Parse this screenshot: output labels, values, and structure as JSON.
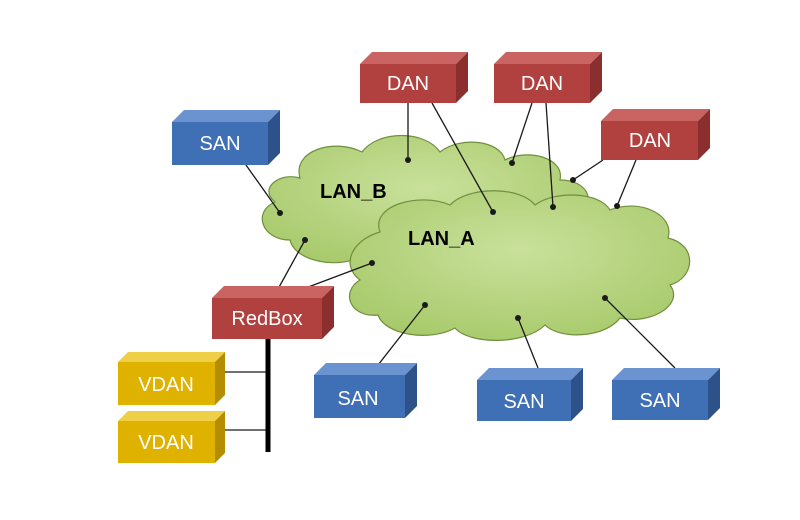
{
  "colors": {
    "dan_front": "#b0413e",
    "dan_top": "#c96462",
    "dan_side": "#8a2f2d",
    "san_front": "#3f6fb5",
    "san_top": "#6a93cf",
    "san_side": "#2d528a",
    "vdan_front": "#e0b200",
    "vdan_top": "#efcf45",
    "vdan_side": "#b48e00",
    "cloud_fill": "#a7c96a",
    "cloud_stroke": "#6f8f3d",
    "bus": "#000000"
  },
  "clouds": {
    "lan_b": "LAN_B",
    "lan_a": "LAN_A"
  },
  "nodes": {
    "dan_1": "DAN",
    "dan_2": "DAN",
    "dan_3": "DAN",
    "san_top_left": "SAN",
    "redbox": "RedBox",
    "vdan_1": "VDAN",
    "vdan_2": "VDAN",
    "san_bottom_1": "SAN",
    "san_bottom_2": "SAN",
    "san_bottom_3": "SAN"
  }
}
